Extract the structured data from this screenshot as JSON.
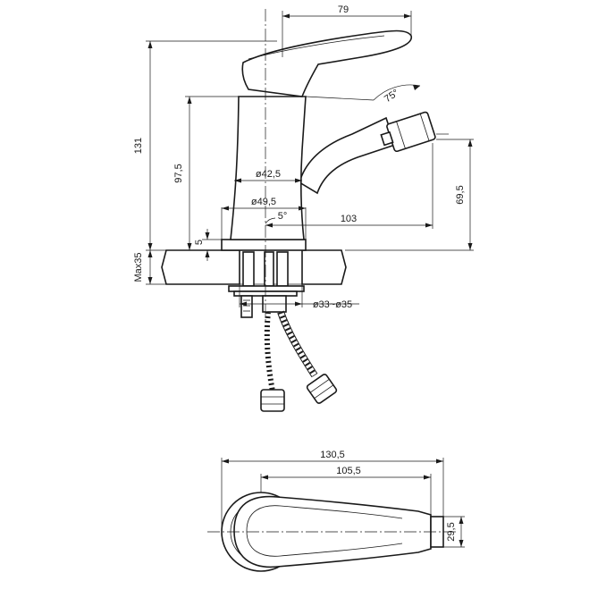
{
  "dimensions": {
    "width_top": "79",
    "angle_lever": "75°",
    "height_total": "131",
    "height_body": "97,5",
    "dia_body": "ø42,5",
    "dia_base": "ø49,5",
    "angle_base": "5°",
    "spout_reach": "103",
    "spout_height": "69,5",
    "base_5": "5",
    "max_35": "Max35",
    "dia_hole": "ø33~ø35",
    "length_total": "130,5",
    "length_body": "105,5",
    "dia_aerator": "29,5"
  }
}
